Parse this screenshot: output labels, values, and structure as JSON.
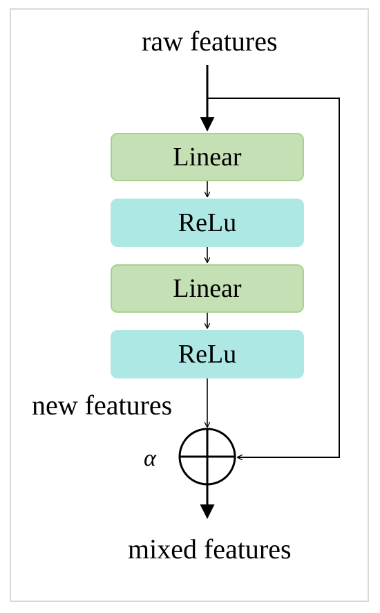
{
  "diagram": {
    "input_label": "raw features",
    "blocks": [
      {
        "label": "Linear",
        "kind": "linear"
      },
      {
        "label": "ReLu",
        "kind": "relu"
      },
      {
        "label": "Linear",
        "kind": "linear"
      },
      {
        "label": "ReLu",
        "kind": "relu"
      }
    ],
    "intermediate_label": "new features",
    "mix_weight_label": "α",
    "output_label": "mixed features",
    "colors": {
      "linear_fill": "#c5e0b4",
      "linear_border": "#a9d18e",
      "relu_fill": "#aee8e4",
      "line": "#000000"
    }
  }
}
